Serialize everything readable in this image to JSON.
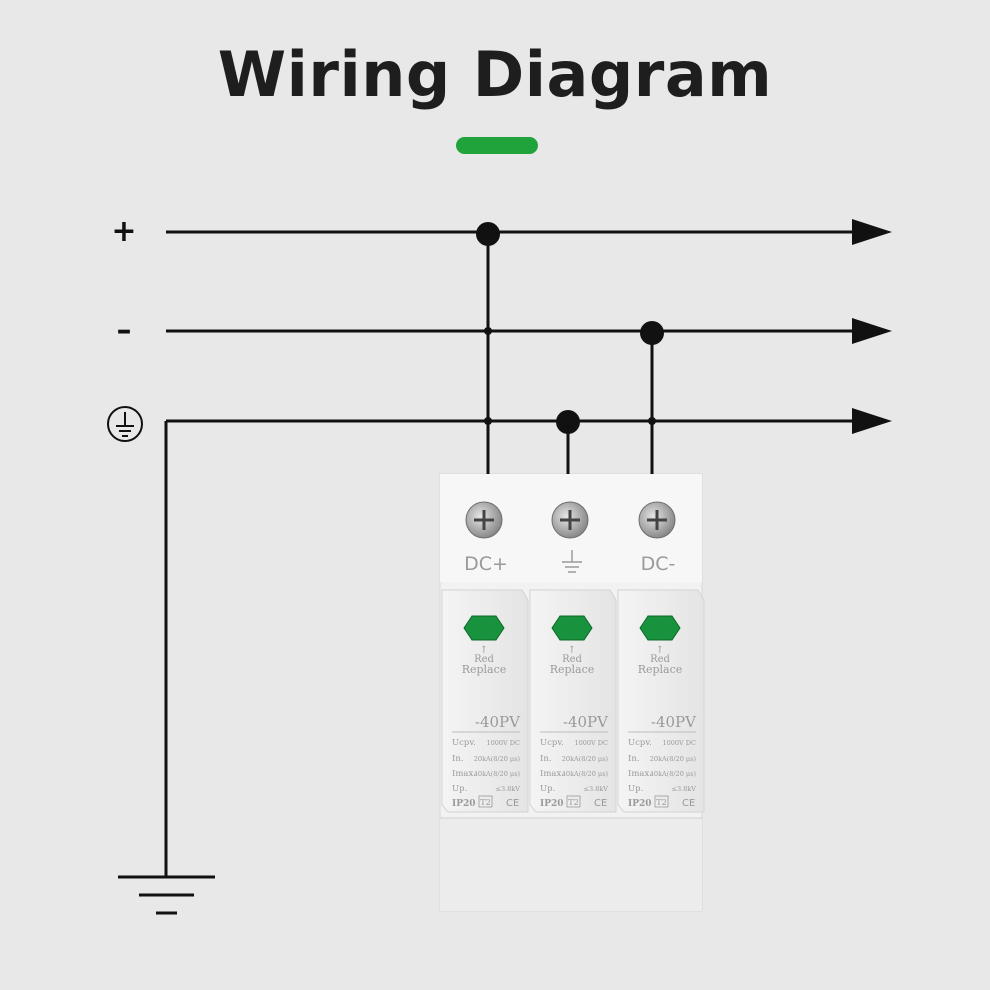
{
  "title": "Wiring Diagram",
  "colors": {
    "accent": "#1fa33a",
    "wire": "#111111",
    "indicator": "#18923c"
  },
  "lines": {
    "plus": "+",
    "minus": "–"
  },
  "device": {
    "terminals": [
      "DC+",
      "DC-"
    ],
    "modules": [
      {
        "indicator": "Red",
        "replace": "Replace",
        "model": "-40PV",
        "specs": [
          {
            "label": "Ucpv.",
            "value": "1000V DC"
          },
          {
            "label": "In.",
            "value": "20kA(8/20 μs)"
          },
          {
            "label": "Imax.",
            "value": "40kA(8/20 μs)"
          },
          {
            "label": "Up.",
            "value": "≤3.8kV"
          }
        ],
        "ip": "IP20",
        "class": "T2",
        "mark": "CE"
      },
      {
        "indicator": "Red",
        "replace": "Replace",
        "model": "-40PV",
        "specs": [
          {
            "label": "Ucpv.",
            "value": "1000V DC"
          },
          {
            "label": "In.",
            "value": "20kA(8/20 μs)"
          },
          {
            "label": "Imax.",
            "value": "40kA(8/20 μs)"
          },
          {
            "label": "Up.",
            "value": "≤3.8kV"
          }
        ],
        "ip": "IP20",
        "class": "T2",
        "mark": "CE"
      },
      {
        "indicator": "Red",
        "replace": "Replace",
        "model": "-40PV",
        "specs": [
          {
            "label": "Ucpv.",
            "value": "1000V DC"
          },
          {
            "label": "In.",
            "value": "20kA(8/20 μs)"
          },
          {
            "label": "Imax.",
            "value": "40kA(8/20 μs)"
          },
          {
            "label": "Up.",
            "value": "≤3.8kV"
          }
        ],
        "ip": "IP20",
        "class": "T2",
        "mark": "CE"
      }
    ]
  }
}
